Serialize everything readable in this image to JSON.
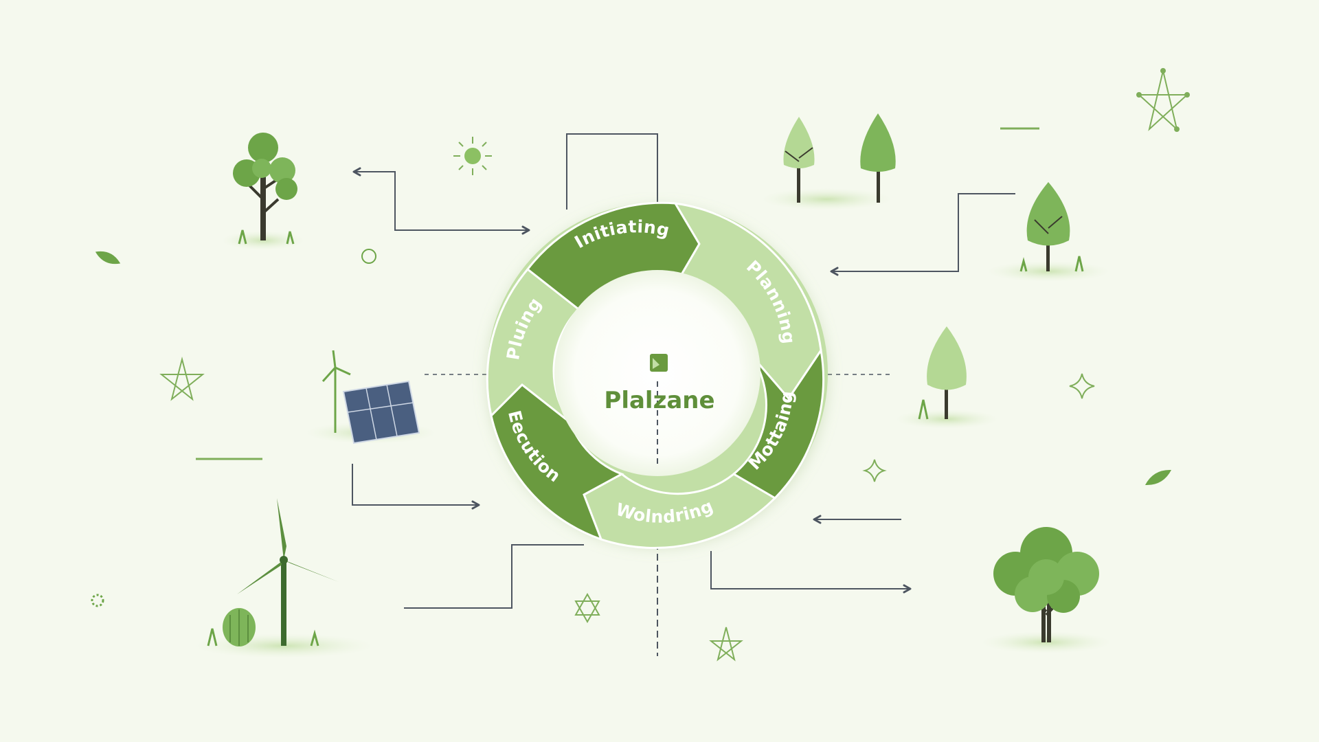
{
  "diagram": {
    "center_title": "Plalzane",
    "segments": [
      {
        "label": "Initiating"
      },
      {
        "label": "Planning"
      },
      {
        "label": "Mottaing"
      },
      {
        "label": "Wolndring"
      },
      {
        "label": "Eecution"
      },
      {
        "label": "Pluing"
      }
    ]
  },
  "colors": {
    "background": "#f5f9ee",
    "dark_green": "#6a9a3f",
    "light_green": "#c2dfa6",
    "light_text": "#ffffff",
    "center_text": "#5f8f3a",
    "connector": "#4d5560",
    "tree_green": "#6da548",
    "trunk": "#3a3a2e"
  },
  "icons": [
    "plant-logo-icon",
    "tree-icon",
    "solar-panel-icon",
    "wind-turbine-icon",
    "leaf-icon",
    "sparkle-icon",
    "star-constellation-icon"
  ]
}
